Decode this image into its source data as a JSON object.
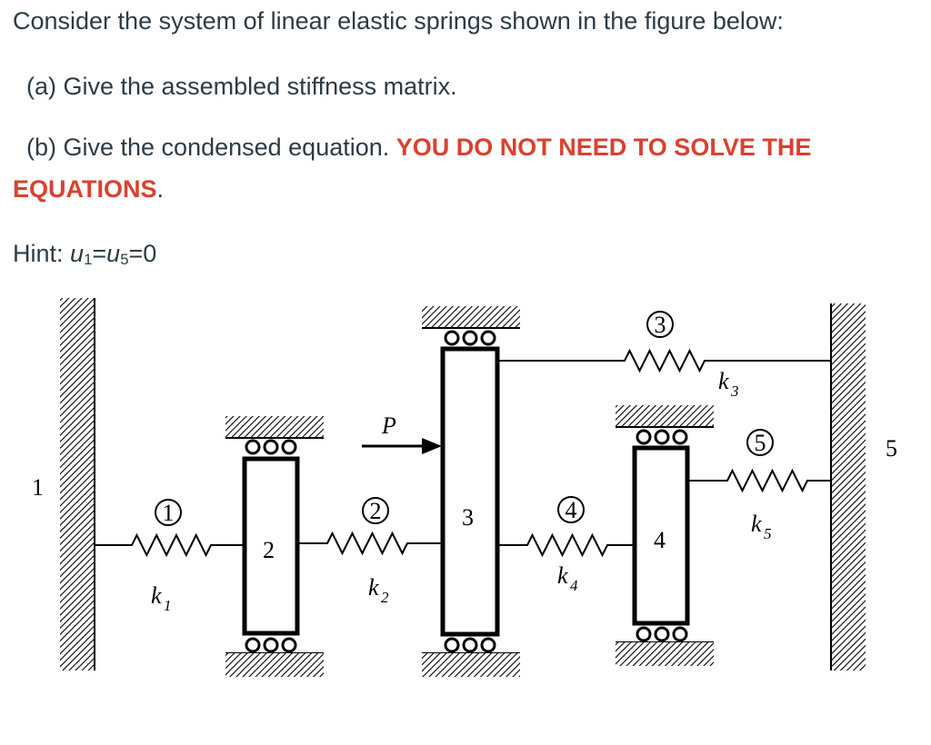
{
  "question": {
    "line1": "Consider the system of linear elastic springs shown in the figure below:",
    "part_a": "(a) Give the assembled stiffness matrix.",
    "part_b_prefix": "(b) Give the condensed equation. ",
    "part_b_emphasis_1": "YOU DO NOT NEED TO SOLVE THE",
    "part_b_emphasis_2": "EQUATIONS",
    "part_b_suffix": ".",
    "hint_prefix": "Hint: ",
    "hint_u": "u",
    "hint_sub1": "1",
    "hint_eq1": "=",
    "hint_sub5": "5",
    "hint_eq2": "=0",
    "emphasis_color": "#d9412f"
  },
  "figure": {
    "node_labels": [
      "1",
      "2",
      "3",
      "4",
      "5"
    ],
    "element_labels": [
      "1",
      "2",
      "3",
      "4",
      "5"
    ],
    "stiffness": [
      {
        "k": "k",
        "sub": "1"
      },
      {
        "k": "k",
        "sub": "2"
      },
      {
        "k": "k",
        "sub": "3"
      },
      {
        "k": "k",
        "sub": "4"
      },
      {
        "k": "k",
        "sub": "5"
      }
    ],
    "force_label": "P"
  }
}
